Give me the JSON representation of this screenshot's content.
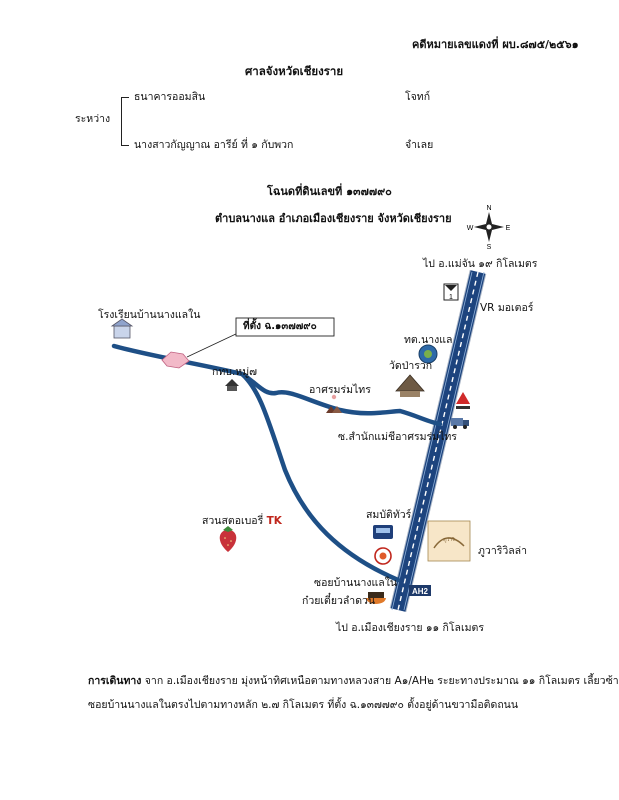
{
  "header": {
    "case_number": "คดีหมายเลขแดงที่ ผบ.๘๗๕/๒๕๖๑",
    "court": "ศาลจังหวัดเชียงราย",
    "between_label": "ระหว่าง",
    "plaintiff_name": "ธนาคารออมสิน",
    "plaintiff_role": "โจทก์",
    "defendant_name": "นางสาวกัญญาณ  อารีย์ ที่ ๑ กับพวก",
    "defendant_role": "จำเลย"
  },
  "deed": {
    "title": "โฉนดที่ดินเลขที่ ๑๓๗๗๙๐",
    "location": "ตำบลนางแล อำเภอเมืองเชียงราย จังหวัดเชียงราย"
  },
  "map": {
    "compass": {
      "n": "N",
      "s": "S",
      "e": "E",
      "w": "W"
    },
    "labels": {
      "to_mae_chan": "ไป อ.แม่จัน ๑๙ กิโลเมตร",
      "vr_motor": "VR มอเตอร์",
      "highway_number": "1",
      "school": "โรงเรียนบ้านนางแลใน",
      "site": "ที่ตั้ง ฉ.๑๓๗๗๙๐",
      "village_office": "กทบ.หมู่๗",
      "nanglae_ao": "ทต.นางแล",
      "temple": "วัดป่ารวก",
      "ashram": "อาศรมร่มไทร",
      "ashram_soi": "ซ.สำนักแม่ชีอาศรมร่มไทร",
      "strawberry_garden": "สวนสตอเบอรี่",
      "strawberry_tk": "TK",
      "sombat_tour": "สมบัติทัวร์",
      "phu_ra_villa": "ภูวาริวิลล่า",
      "villa_sign": "ภูวาริ",
      "soi_nanglae_nai": "ซอยบ้านนางแลใน",
      "noodle_shop": "ก๋วยเตี๋ยวลำดวน",
      "ah2": "AH2",
      "to_chiang_rai": "ไป อ.เมืองเชียงราย ๑๑ กิโลเมตร"
    }
  },
  "directions": {
    "label": "การเดินทาง",
    "line1": "จาก อ.เมืองเชียงราย มุ่งหน้าทิศเหนือตามทางหลวงสาย A๑/AH๒ ระยะทางประมาณ ๑๑ กิโลเมตร เลี้ยวซ้าย",
    "line2": "ซอยบ้านนางแลในตรงไปตามทางหลัก ๒.๗ กิโลเมตร ที่ตั้ง ฉ.๑๓๗๗๙๐ ตั้งอยู่ด้านขวามือติดถนน"
  },
  "colors": {
    "road": "#1e4f86",
    "highway": "#25508f",
    "ink": "#111111",
    "accent_red": "#c0261c",
    "marker_pink": "#f2b9c8"
  }
}
